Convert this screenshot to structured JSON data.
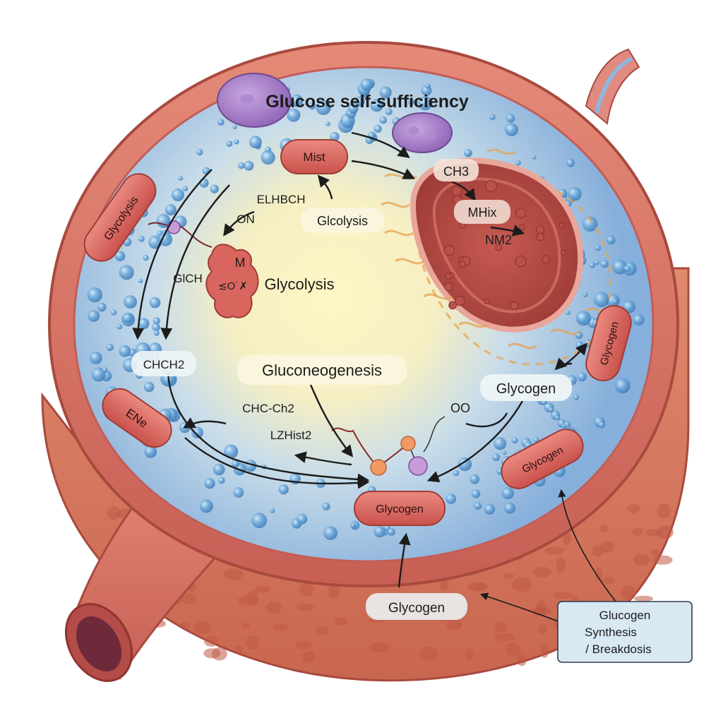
{
  "title": "Glucose self-sufficiency",
  "organelles": {
    "mist": "Mist",
    "glycolysis_left": "Glycolysis",
    "ene": "ENe",
    "glycogen_right_vertical": "Glycogen",
    "glycogen_right": "Glycogen",
    "glycogen_bottom": "Glycogen"
  },
  "mitochondrion": {
    "ch3": "CH3",
    "mhix": "MHix",
    "nm2": "NM2"
  },
  "labels": {
    "elhbch": "ELHBCH",
    "on": "ON",
    "glcolysis": "Glcolysis",
    "glch": "GlCH",
    "glycolysis_center": "Glycolysis",
    "chch2": "CHCH2",
    "gluconeogenesis": "Gluconeogenesis",
    "chc_ch2": "CHC-Ch2",
    "lzhist2": "LZHist2",
    "oo": "OO",
    "glycogen_mid_right": "Glycogen",
    "glycogen_below": "Glycogen",
    "blob_m": "M",
    "blob_o": "≲O˙✗"
  },
  "callout": {
    "line1": "Glucogen",
    "line2": "Synthesis",
    "line3": "/ Breakdosis"
  },
  "colors": {
    "outer_wall": "#d9776a",
    "cytoplasm_blue": "#8fb6de",
    "core_yellow": "#fbf3b8",
    "organelle_red": "#d9665e",
    "bubble_blue": "#6aa6d8",
    "callout_bg": "#d8e9f4"
  }
}
